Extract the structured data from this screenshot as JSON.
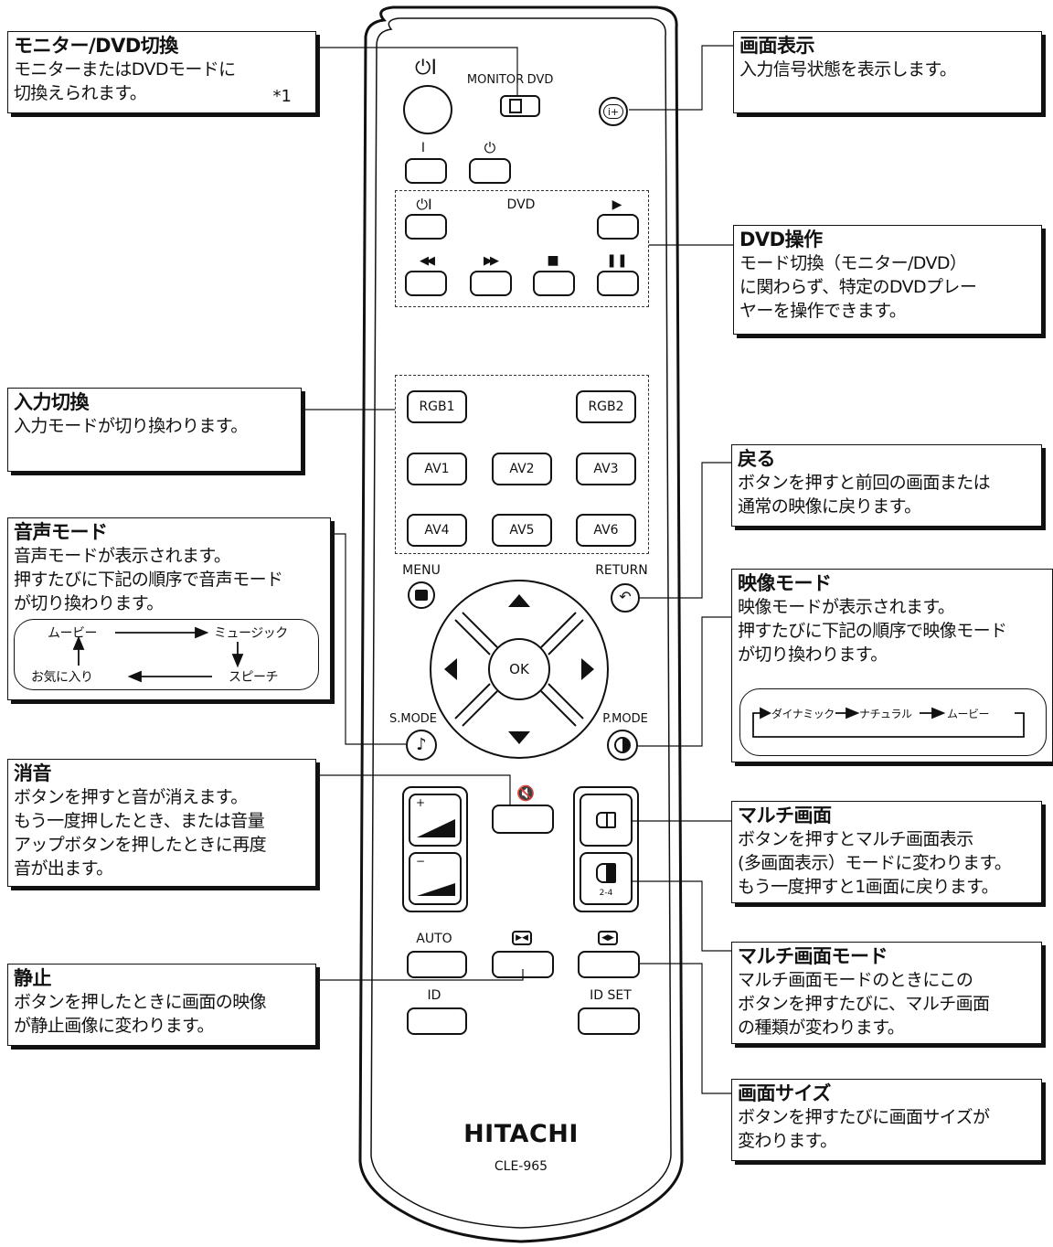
{
  "callouts": {
    "monitor_dvd": {
      "title": "モニター/DVD切換",
      "body": "モニターまたはDVDモードに\n切換えられます。",
      "note": "*1"
    },
    "display": {
      "title": "画面表示",
      "body": "入力信号状態を表示します。"
    },
    "dvd_ops": {
      "title": "DVD操作",
      "body": "モード切換（モニター/DVD）\nに関わらず、特定のDVDプレー\nヤーを操作できます。"
    },
    "input": {
      "title": "入力切換",
      "body": "入力モードが切り換わります。"
    },
    "return": {
      "title": "戻る",
      "body": "ボタンを押すと前回の画面または\n通常の映像に戻ります。"
    },
    "sound_mode": {
      "title": "音声モード",
      "body": "音声モードが表示されます。\n押すたびに下記の順序で音声モード\nが切り換わります。",
      "cycle": [
        "ムービー",
        "ミュージック",
        "スピーチ",
        "お気に入り"
      ]
    },
    "picture_mode": {
      "title": "映像モード",
      "body": "映像モードが表示されます。\n押すたびに下記の順序で映像モード\nが切り換わります。",
      "cycle": [
        "ダイナミック",
        "ナチュラル",
        "ムービー"
      ]
    },
    "mute": {
      "title": "消音",
      "body": "ボタンを押すと音が消えます。\nもう一度押したとき、または音量\nアップボタンを押したときに再度\n音が出ます。"
    },
    "multi": {
      "title": "マルチ画面",
      "body": "ボタンを押すとマルチ画面表示\n(多画面表示）モードに変わります。\nもう一度押すと1画面に戻ります。"
    },
    "freeze": {
      "title": "静止",
      "body": "ボタンを押したときに画面の映像\nが静止画像に変わります。"
    },
    "multi_mode": {
      "title": "マルチ画面モード",
      "body": "マルチ画面モードのときにこの\nボタンを押すたびに、マルチ画面\nの種類が変わります。"
    },
    "screen_size": {
      "title": "画面サイズ",
      "body": "ボタンを押すたびに画面サイズが\n変わります。"
    }
  },
  "remote": {
    "power_symbol": "⏻I",
    "switch_monitor": "MONITOR",
    "switch_dvd": "DVD",
    "on_label": "I",
    "standby_symbol": "⏻",
    "dvd_power": "⏻I",
    "dvd_label": "DVD",
    "play": "▶",
    "rewind": "◀◀",
    "ffwd": "▶▶",
    "stop": "■",
    "pause": "❚❚",
    "inputs": [
      "RGB1",
      "RGB2",
      "AV1",
      "AV2",
      "AV3",
      "AV4",
      "AV5",
      "AV6"
    ],
    "menu": "MENU",
    "return": "RETURN",
    "ok": "OK",
    "smode": "S.MODE",
    "pmode": "P.MODE",
    "vol_up": "+",
    "vol_down": "−",
    "multi_sub": "2-4",
    "auto": "AUTO",
    "id": "ID",
    "id_set": "ID SET",
    "brand": "HITACHI",
    "model": "CLE-965"
  }
}
